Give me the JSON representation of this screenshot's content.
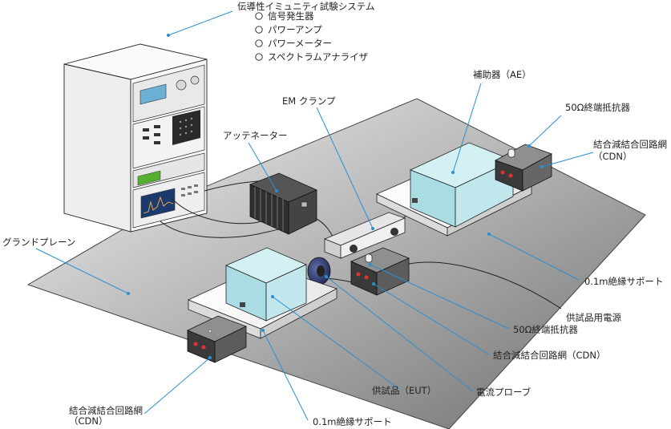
{
  "system_title": "伝導性イミュニティ試験システム",
  "system_items": [
    "信号発生器",
    "パワーアンプ",
    "パワーメーター",
    "スペクトラムアナライザ"
  ],
  "labels": {
    "attenuator": "アッテネーター",
    "em_clamp": "EM クランプ",
    "ae": "補助器（AE）",
    "terminator_top": "50Ω終端抵抗器",
    "cdn_top": [
      "結合減結合回路網",
      "（CDN）"
    ],
    "ground_plane": "グランドプレーン",
    "support_right": "0.1m絶縁サポート",
    "eut_power": "供試品用電源",
    "terminator_mid": "50Ω終端抵抗器",
    "cdn_mid": "結合減結合回路網（CDN）",
    "eut": "供試品（EUT）",
    "current_probe": "電流プローブ",
    "cdn_bottom": [
      "結合減結合回路網",
      "（CDN）"
    ],
    "support_bottom": "0.1m絶縁サポート"
  },
  "colors": {
    "leader": "#2a8fd0",
    "box_top": "#cdeef2",
    "box_front": "#a9dde3",
    "box_side": "#8ccbd3",
    "plane": "#9a9a9a",
    "rack": "#f4f4f4"
  }
}
